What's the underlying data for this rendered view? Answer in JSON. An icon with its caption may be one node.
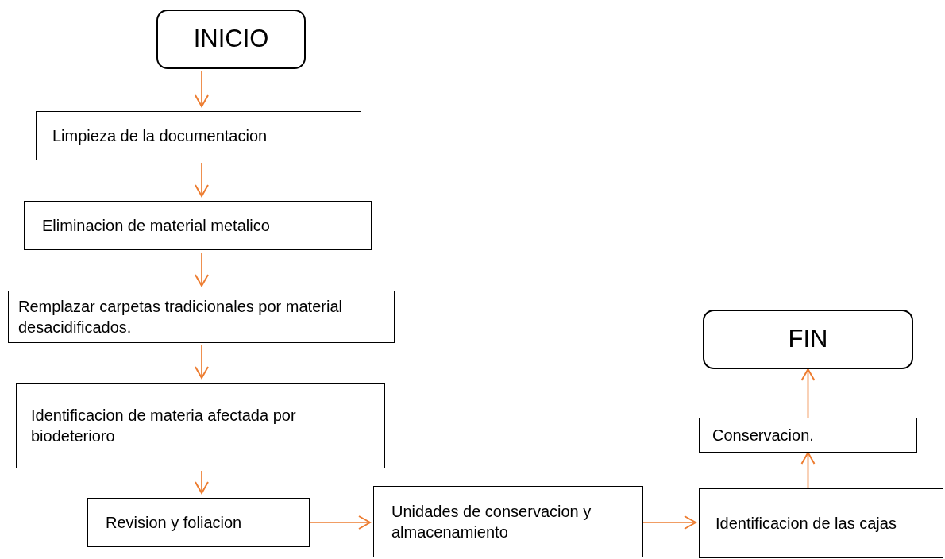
{
  "diagram": {
    "nodes": [
      {
        "text": [
          "INICIO"
        ]
      },
      {
        "text": [
          "Limpieza de la documentacion"
        ]
      },
      {
        "text": [
          "Eliminacion de material metalico"
        ]
      },
      {
        "text": [
          "Remplazar carpetas tradicionales por material desacidificados."
        ]
      },
      {
        "text": [
          "Identificacion de materia afectada por biodeterioro"
        ]
      },
      {
        "text": [
          "Revision y foliacion"
        ]
      },
      {
        "text": [
          "Unidades de conservacion y almacenamiento"
        ]
      },
      {
        "text": [
          "Identificacion de las cajas"
        ]
      },
      {
        "text": [
          "Conservacion."
        ]
      },
      {
        "text": [
          "FIN"
        ]
      }
    ],
    "edges": [
      {
        "from": 0,
        "to": 1,
        "arrow": "to"
      },
      {
        "from": 1,
        "to": 2,
        "arrow": "to"
      },
      {
        "from": 2,
        "to": 3,
        "arrow": "to"
      },
      {
        "from": 3,
        "to": 4,
        "arrow": "to"
      },
      {
        "from": 4,
        "to": 5,
        "arrow": "to"
      },
      {
        "from": 5,
        "to": 6,
        "arrow": "to"
      },
      {
        "from": 6,
        "to": 7,
        "arrow": "to"
      },
      {
        "from": 7,
        "to": 8,
        "arrow": "to"
      },
      {
        "from": 8,
        "to": 9,
        "arrow": "to"
      }
    ]
  }
}
